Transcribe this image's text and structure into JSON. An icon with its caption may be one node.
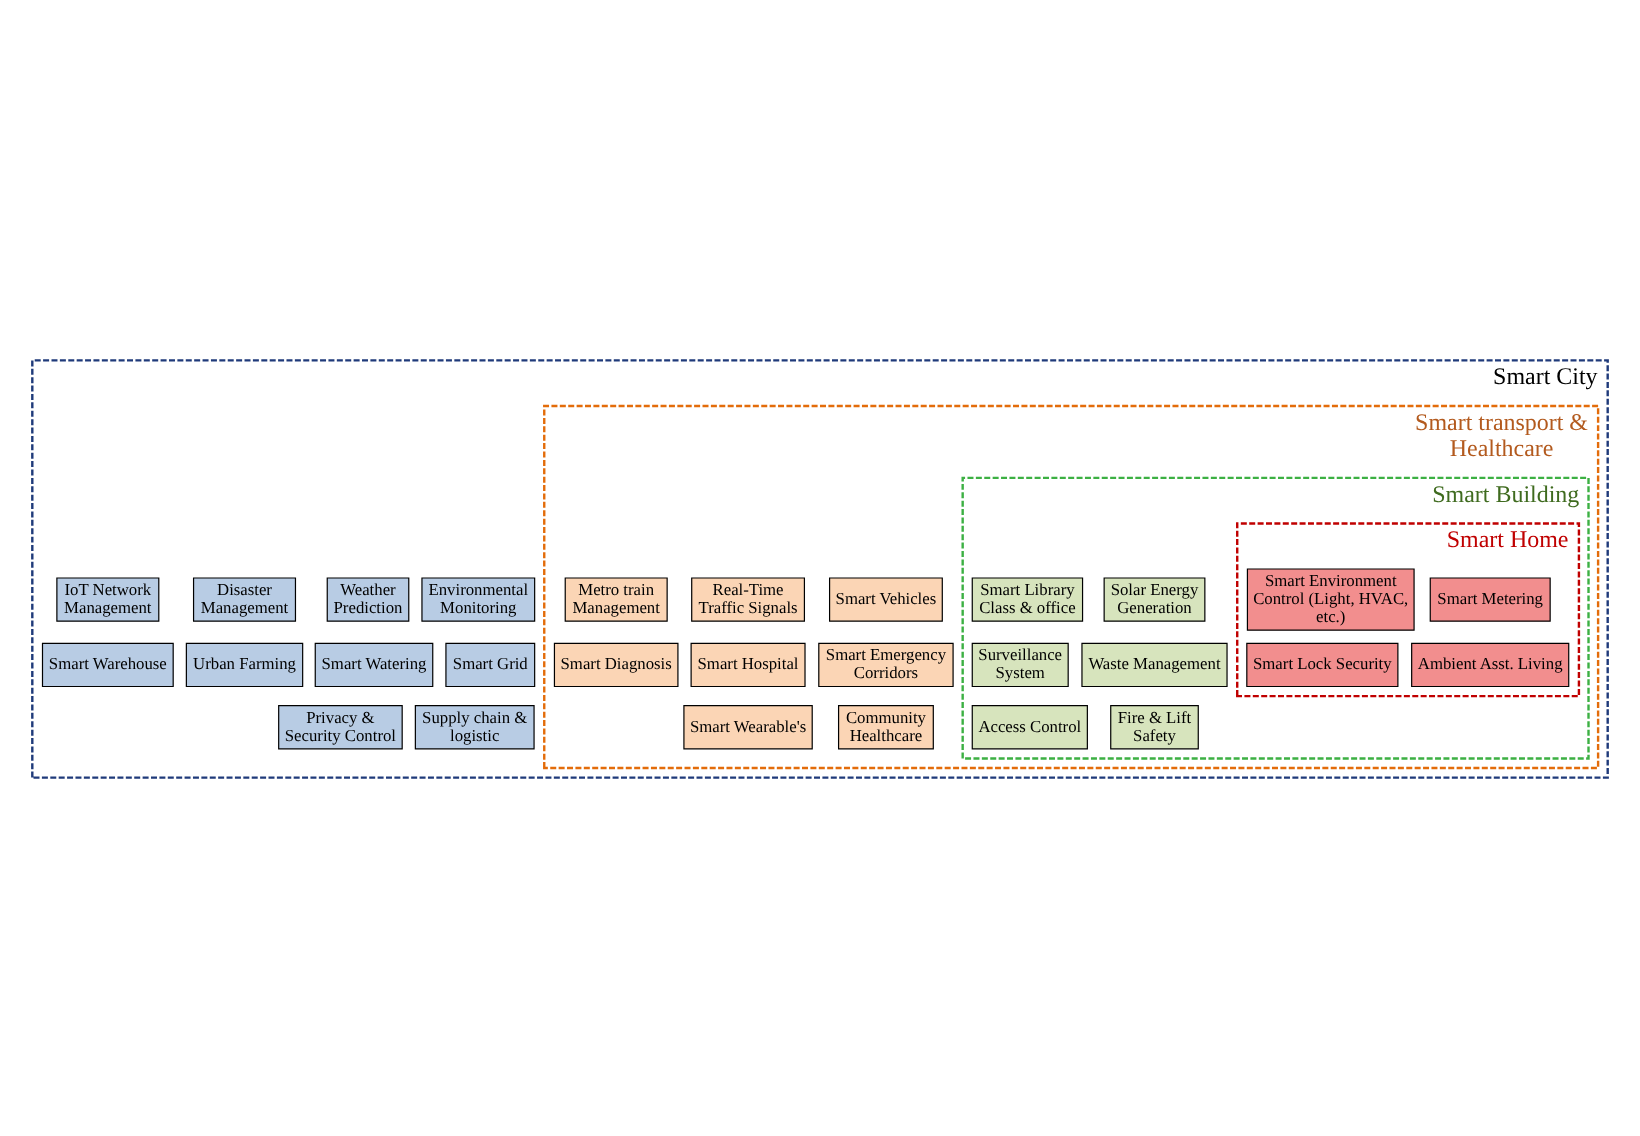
{
  "diagram": {
    "nodes": [
      {
        "text": [
          "Smart City"
        ]
      },
      {
        "text": [
          "Environmental Monitoring"
        ],
        "in": 0
      },
      {
        "text": [
          "Weather Prediction"
        ],
        "in": 0
      },
      {
        "text": [
          "Disaster Management"
        ],
        "in": 0
      },
      {
        "text": [
          "IoT Network Management"
        ],
        "in": 0
      },
      {
        "text": [
          "Smart transport & Healthcare"
        ],
        "in": 0
      },
      {
        "text": [
          "Smart Vehicles"
        ],
        "in": 5
      },
      {
        "text": [
          "Real-Time Traffic Signals"
        ],
        "in": 5
      },
      {
        "text": [
          "Metro train Management"
        ],
        "in": 5
      },
      {
        "text": [
          "Smart Building"
        ],
        "in": 5
      },
      {
        "text": [
          "Solar Energy Generation"
        ],
        "in": 9
      },
      {
        "text": [
          "Smart Library Class & office"
        ],
        "in": 9
      },
      {
        "text": [
          "Smart Home"
        ],
        "in": 9
      },
      {
        "text": [
          "Smart Metering"
        ],
        "in": 12
      },
      {
        "text": [
          "Smart Environment Control (Light, HVAC, etc.)"
        ],
        "in": 12
      },
      {
        "text": [
          "Ambient Asst. Living"
        ],
        "in": 12
      },
      {
        "text": [
          "Smart Lock Security"
        ],
        "in": 12
      },
      {
        "text": [
          "Waste Management"
        ],
        "in": 9
      },
      {
        "text": [
          "Surveillance System"
        ],
        "in": 9
      },
      {
        "text": [
          "Fire & Lift Safety"
        ],
        "in": 9
      },
      {
        "text": [
          "Access Control"
        ],
        "in": 9
      },
      {
        "text": [
          "Smart Emergency Corridors"
        ],
        "in": 5
      },
      {
        "text": [
          "Smart Hospital"
        ],
        "in": 5
      },
      {
        "text": [
          "Smart Diagnosis"
        ],
        "in": 5
      },
      {
        "text": [
          "Community Healthcare"
        ],
        "in": 5
      },
      {
        "text": [
          "Smart Wearable's"
        ],
        "in": 5
      },
      {
        "text": [
          "Smart Grid"
        ],
        "in": 0
      },
      {
        "text": [
          "Smart Watering"
        ],
        "in": 0
      },
      {
        "text": [
          "Urban Farming"
        ],
        "in": 0
      },
      {
        "text": [
          "Smart Warehouse"
        ],
        "in": 0
      },
      {
        "text": [
          "Supply chain & logistic"
        ],
        "in": 0
      },
      {
        "text": [
          "Privacy & Security Control"
        ],
        "in": 0
      }
    ]
  }
}
